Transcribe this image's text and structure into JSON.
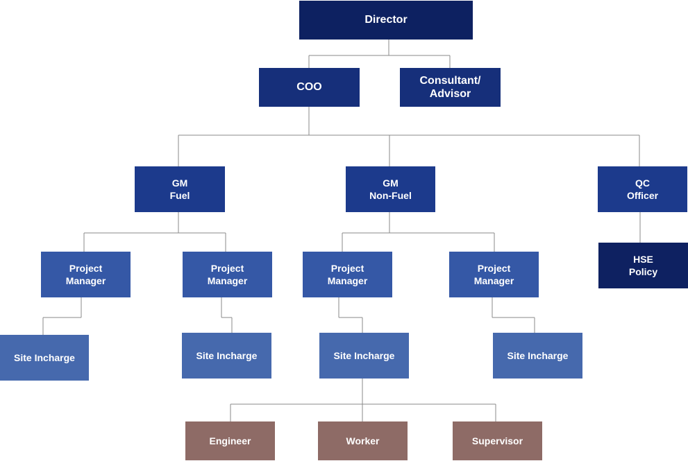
{
  "colors": {
    "director": "#0d2161",
    "coo": "#162f7a",
    "gm": "#1c3a8c",
    "project_manager": "#3558a6",
    "site_incharge": "#4669ad",
    "staff": "#8e6b66",
    "connector": "#8a8a8a"
  },
  "nodes": {
    "director": {
      "label": "Director"
    },
    "coo": {
      "label": "COO"
    },
    "consultant": {
      "line1": "Consultant/",
      "line2": "Advisor"
    },
    "gm_fuel": {
      "line1": "GM",
      "line2": "Fuel"
    },
    "gm_nonfuel": {
      "line1": "GM",
      "line2": "Non-Fuel"
    },
    "qc_officer": {
      "line1": "QC",
      "line2": "Officer"
    },
    "hse_policy": {
      "line1": "HSE",
      "line2": "Policy"
    },
    "pm_1": {
      "line1": "Project",
      "line2": "Manager"
    },
    "pm_2": {
      "line1": "Project",
      "line2": "Manager"
    },
    "pm_3": {
      "line1": "Project",
      "line2": "Manager"
    },
    "pm_4": {
      "line1": "Project",
      "line2": "Manager"
    },
    "site_1": {
      "label": "Site Incharge"
    },
    "site_2": {
      "label": "Site Incharge"
    },
    "site_3": {
      "label": "Site Incharge"
    },
    "site_4": {
      "label": "Site Incharge"
    },
    "engineer": {
      "label": "Engineer"
    },
    "worker": {
      "label": "Worker"
    },
    "supervisor": {
      "label": "Supervisor"
    }
  }
}
